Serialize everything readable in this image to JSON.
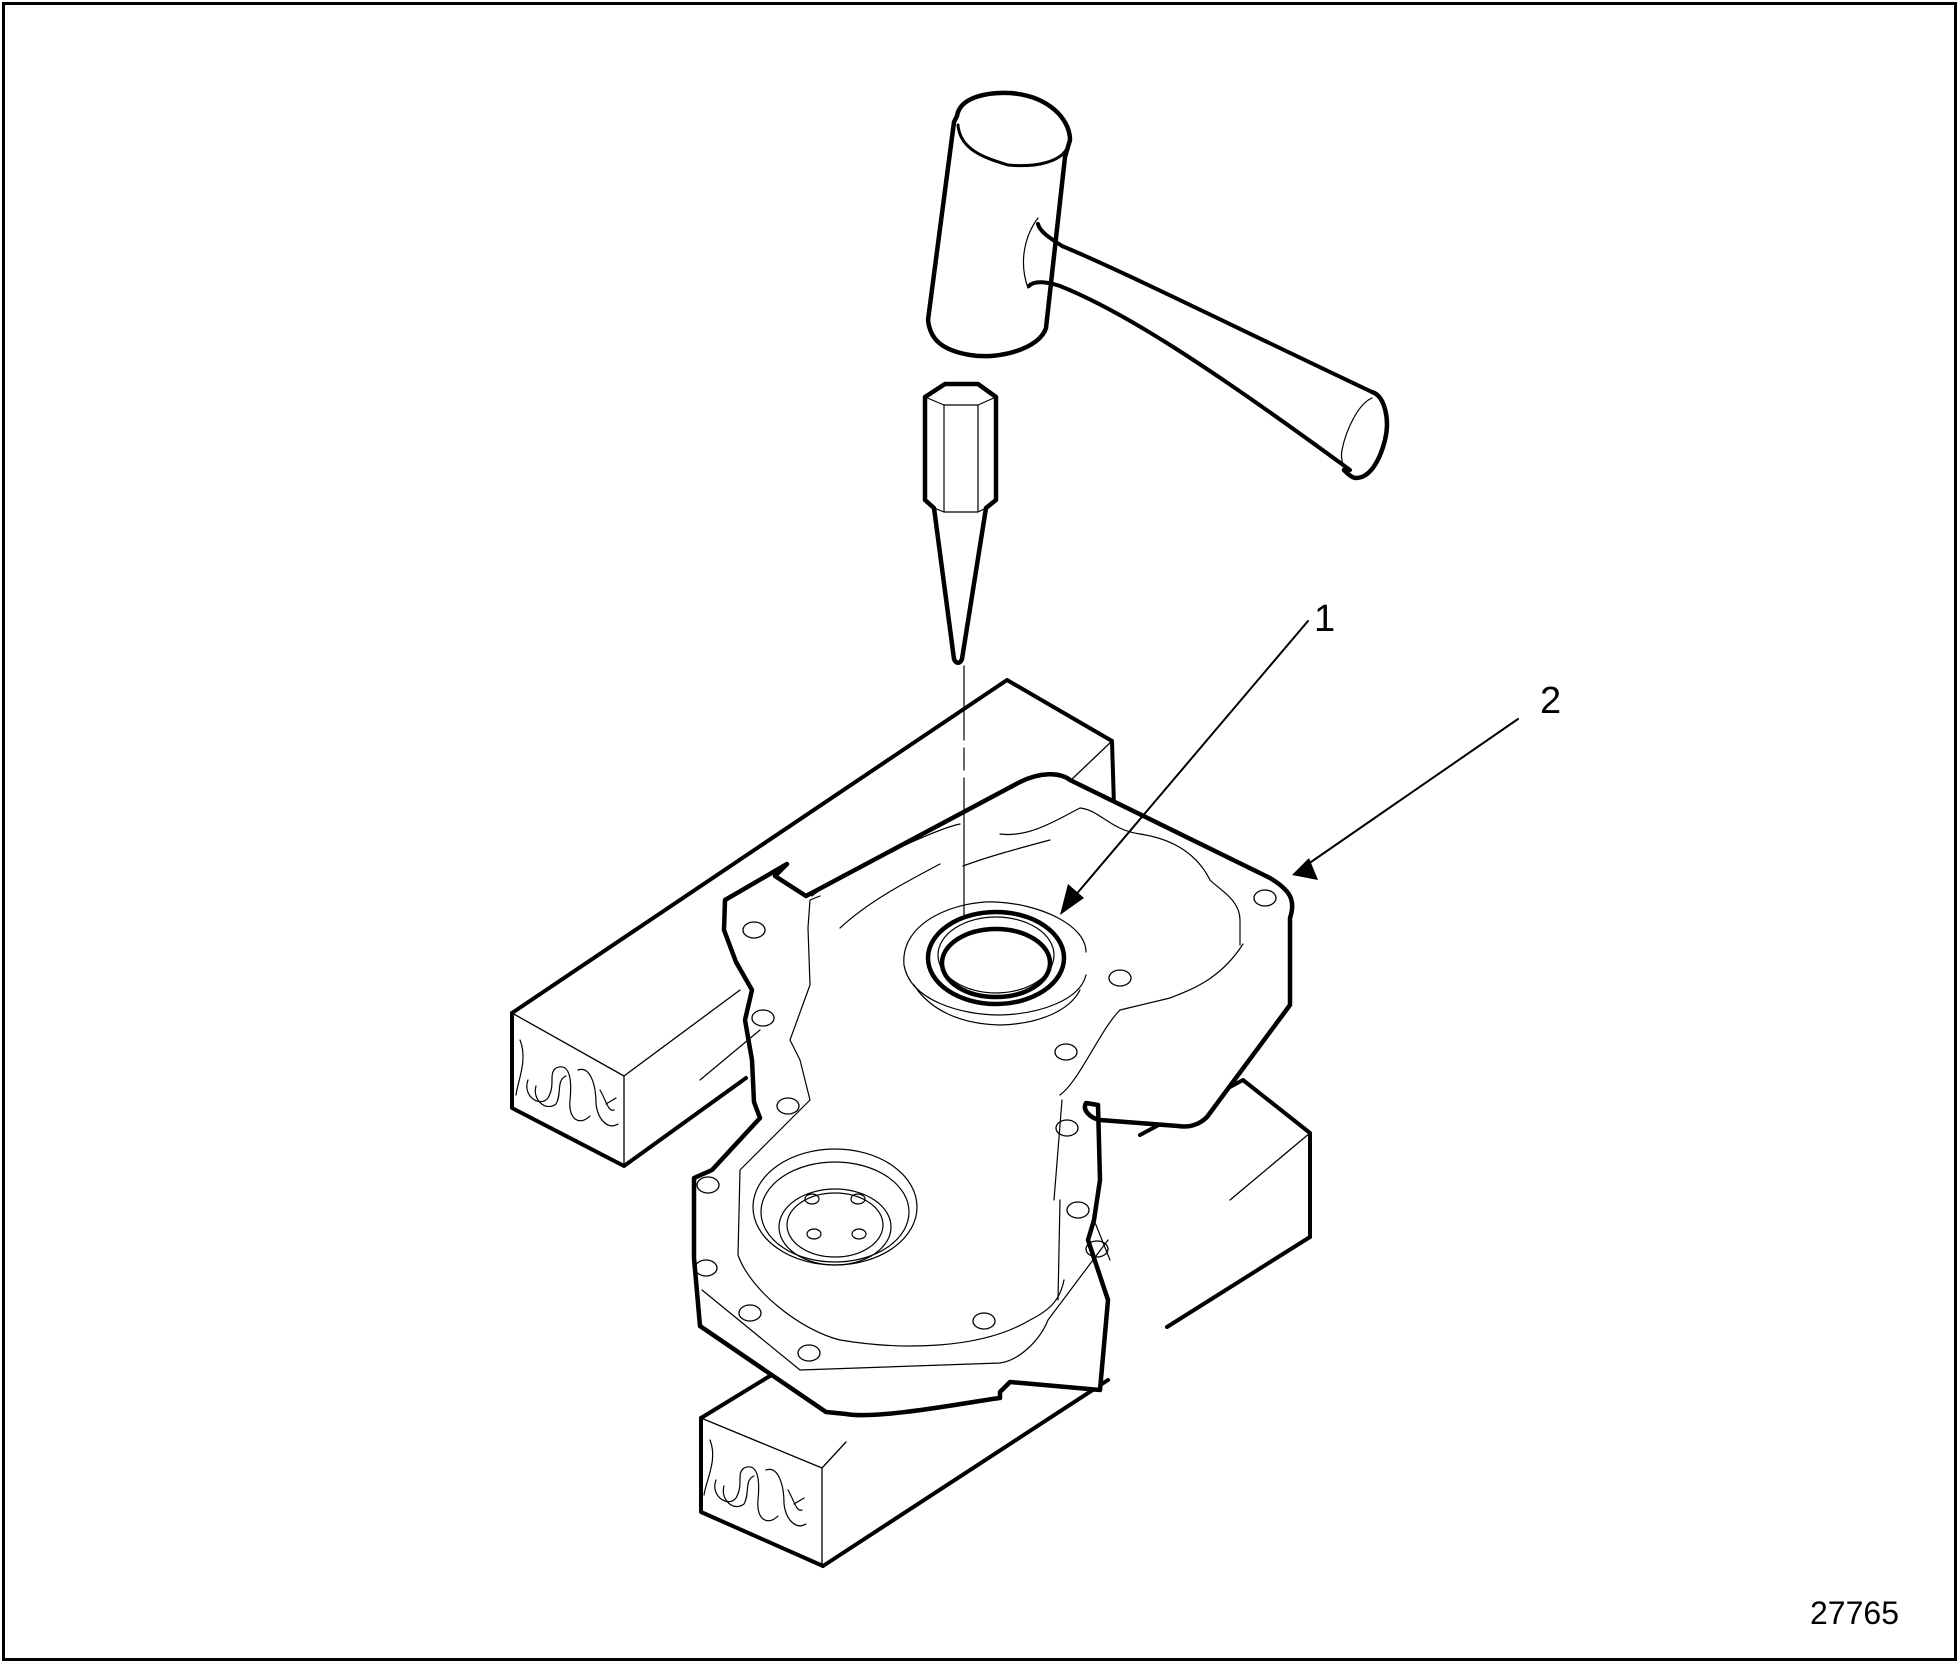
{
  "figure": {
    "type": "service-manual-illustration",
    "subject": "Installing oil seal into front cover using seal driver and mallet, cover supported on wood blocks",
    "figure_number": "27765",
    "colors": {
      "line": "#000000",
      "background": "#ffffff"
    }
  },
  "callouts": [
    {
      "id": "1",
      "label": "1",
      "target": "oil-seal"
    },
    {
      "id": "2",
      "label": "2",
      "target": "front-cover"
    }
  ],
  "components": [
    {
      "name": "mallet",
      "icon": "mallet-icon"
    },
    {
      "name": "seal-driver-punch",
      "icon": "punch-icon"
    },
    {
      "name": "oil-seal",
      "icon": "seal-ring-icon"
    },
    {
      "name": "front-cover",
      "icon": "cover-icon"
    },
    {
      "name": "wood-block-upper",
      "icon": "wood-block-icon"
    },
    {
      "name": "wood-block-lower",
      "icon": "wood-block-icon"
    }
  ]
}
